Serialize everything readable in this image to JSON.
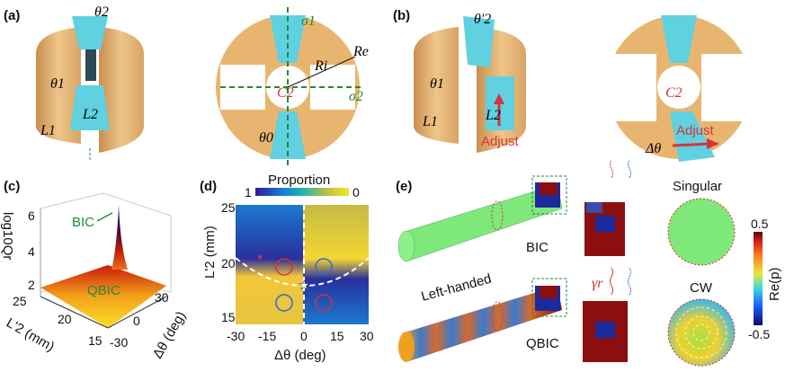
{
  "panels": {
    "a": {
      "label": "(a)",
      "theta2": "θ2",
      "theta1": "θ1",
      "L1": "L1",
      "L2": "L2",
      "sigma1": "σ1",
      "sigma2": "σ2",
      "Ri": "Ri",
      "Re": "Re",
      "C2": "C2",
      "theta0": "θ0"
    },
    "b": {
      "label": "(b)",
      "theta2p": "θ'2",
      "theta1": "θ1",
      "L1": "L1",
      "L2": "L2",
      "adjust1": "Adjust",
      "C2": "C2",
      "adjust2": "Adjust",
      "dtheta": "Δθ"
    },
    "c": {
      "label": "(c)",
      "zlabel": "log10Qr",
      "bic": "BIC",
      "qbic": "QBIC",
      "zticks": [
        "2",
        "4",
        "6"
      ],
      "ylabel": "L'2 (mm)",
      "yticks": [
        "25",
        "20",
        "15"
      ],
      "xlabel": "Δθ (deg)",
      "xticks": [
        "-30",
        "0",
        "30"
      ]
    },
    "d": {
      "label": "(d)",
      "colorbar_title": "Proportion",
      "colorbar_min": "1",
      "colorbar_max": "0",
      "ylabel": "L'2 (mm)",
      "yticks": [
        "25",
        "20",
        "15"
      ],
      "xlabel": "Δθ (deg)",
      "xticks": [
        "-30",
        "-15",
        "0",
        "15",
        "30"
      ]
    },
    "e": {
      "label": "(e)",
      "bic": "BIC",
      "qbic": "QBIC",
      "left_handed": "Left-handed",
      "singular": "Singular",
      "cw": "CW",
      "gamma_r": "γr",
      "colorbar_label": "Re(p)",
      "colorbar_max": "0.5",
      "colorbar_min": "-0.5"
    }
  },
  "colors": {
    "gold": "#e8b571",
    "cyan": "#5fd1e0",
    "red": "#d8323a",
    "green": "#1f8a3a",
    "field_green": "#7ee87a",
    "dark_red": "#8b0f0f",
    "dark_blue": "#1b2b9c"
  }
}
